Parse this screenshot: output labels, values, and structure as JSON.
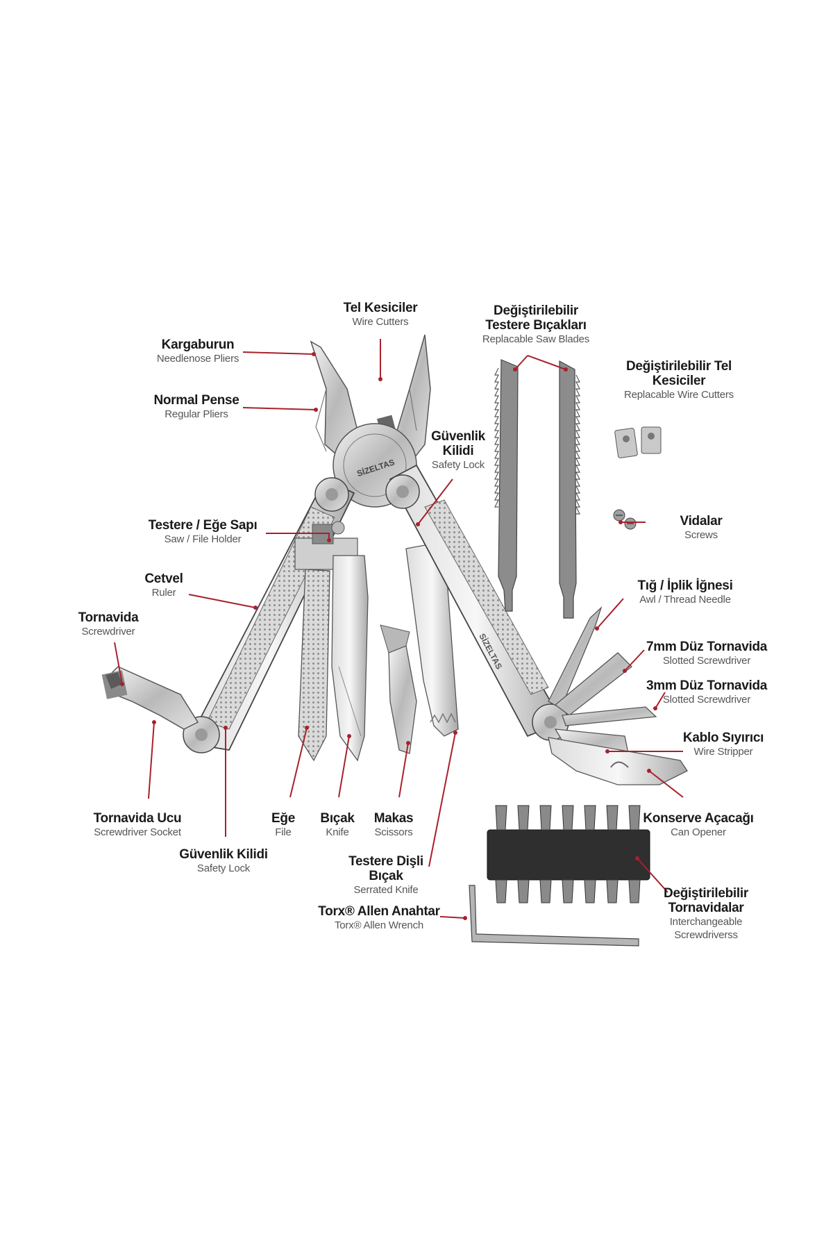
{
  "accent_color": "#a8202c",
  "brand_mark": "SİZELTAS",
  "labels": [
    {
      "tr": "Tel Kesiciler",
      "en": "Wire Cutters"
    },
    {
      "tr": "Değiştirilebilir Testere Bıçakları",
      "en": "Replacable Saw Blades"
    },
    {
      "tr": "Kargaburun",
      "en": "Needlenose Pliers"
    },
    {
      "tr": "Değiştirilebilir Tel Kesiciler",
      "en": "Replacable Wire Cutters"
    },
    {
      "tr": "Normal Pense",
      "en": "Regular Pliers"
    },
    {
      "tr": "Güvenlik Kilidi",
      "en": "Safety Lock"
    },
    {
      "tr": "Vidalar",
      "en": "Screws"
    },
    {
      "tr": "Testere / Eğe Sapı",
      "en": "Saw / File Holder"
    },
    {
      "tr": "Cetvel",
      "en": "Ruler"
    },
    {
      "tr": "Tığ / İplik İğnesi",
      "en": "Awl / Thread Needle"
    },
    {
      "tr": "Tornavida",
      "en": "Screwdriver"
    },
    {
      "tr": "7mm Düz Tornavida",
      "en": "Slotted Screwdriver"
    },
    {
      "tr": "3mm Düz Tornavida",
      "en": "Slotted Screwdriver"
    },
    {
      "tr": "Kablo Sıyırıcı",
      "en": "Wire Stripper"
    },
    {
      "tr": "Tornavida Ucu",
      "en": "Screwdriver Socket"
    },
    {
      "tr": "Eğe",
      "en": "File"
    },
    {
      "tr": "Bıçak",
      "en": "Knife"
    },
    {
      "tr": "Makas",
      "en": "Scissors"
    },
    {
      "tr": "Konserve Açacağı",
      "en": "Can Opener"
    },
    {
      "tr": "Güvenlik Kilidi",
      "en": "Safety Lock"
    },
    {
      "tr": "Testere Dişli Bıçak",
      "en": "Serrated Knife"
    },
    {
      "tr": "Değiştirilebilir Tornavidalar",
      "en": "Interchangeable Screwdriverss"
    },
    {
      "tr": "Torx® Allen Anahtar",
      "en": "Torx® Allen Wrench"
    }
  ]
}
